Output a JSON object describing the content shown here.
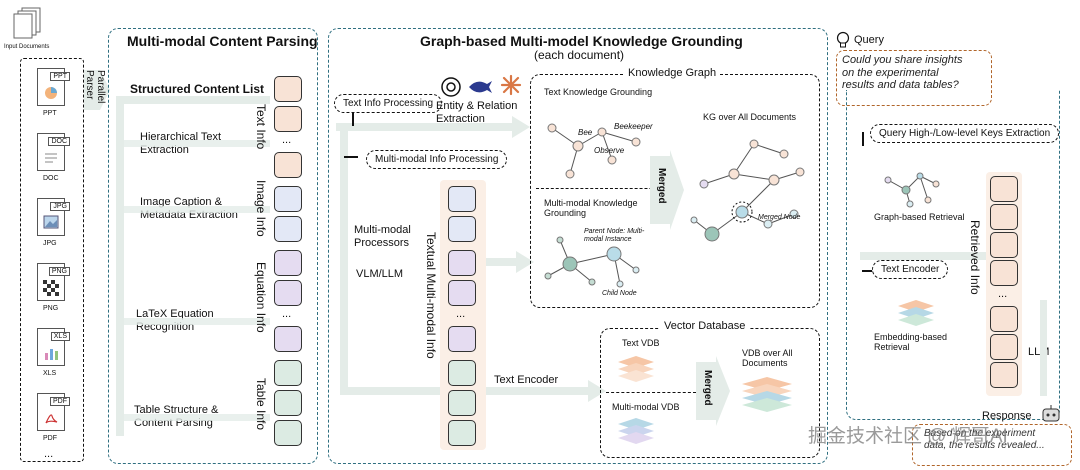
{
  "input": {
    "label": "Input Documents",
    "parser": "Parallel\nParser",
    "doc_types": [
      {
        "tag": "PPT",
        "label": "PPT"
      },
      {
        "tag": "DOC",
        "label": "DOC"
      },
      {
        "tag": "JPG",
        "label": "JPG"
      },
      {
        "tag": "PNG",
        "label": "PNG"
      },
      {
        "tag": "XLS",
        "label": "XLS"
      },
      {
        "tag": "PDF",
        "label": "PDF"
      }
    ],
    "ellipsis": "..."
  },
  "parsing": {
    "title": "Multi-modal Content Parsing",
    "list_label": "Structured Content List",
    "steps": [
      "Hierarchical Text\nExtraction",
      "Image Caption &\nMetadata Extraction",
      "LaTeX Equation\nRecognition",
      "Table Structure &\nContent Parsing"
    ],
    "infos": [
      "Text Info",
      "Image Info",
      "Equation Info",
      "Table Info"
    ],
    "ellipsis": "..."
  },
  "grounding": {
    "title": "Graph-based Multi-model Knowledge Grounding",
    "subtitle": "(each document)",
    "text_info_processing": "Text Info Processing",
    "entity_extraction": "Entity & Relation\nExtraction",
    "mm_info_processing": "Multi-modal Info Processing",
    "mm_processors": "Multi-modal\nProcessors",
    "vlm": "VLM/LLM",
    "textual_mm_info": "Textual Multi-modal Info",
    "text_encoder": "Text Encoder",
    "kg": {
      "title": "Knowledge Graph",
      "text_kg": "Text Knowledge Grounding",
      "bee": "Bee",
      "beekeeper": "Beekeeper",
      "observe": "Observe",
      "merged": "Merged",
      "kg_all": "KG over All Documents",
      "mm_kg": "Multi-modal Knowledge\nGrounding",
      "parent_node": "Parent Node: Multi-\nmodal Instance",
      "child_node": "Child Node",
      "merged_node": "Merged Node"
    },
    "vdb": {
      "title": "Vector Database",
      "text_vdb": "Text VDB",
      "mm_vdb": "Multi-modal VDB",
      "merged": "Merged",
      "vdb_all": "VDB over All\nDocuments"
    }
  },
  "query": {
    "label": "Query",
    "text": "Could you share insights\non the experimental\nresults and data tables?",
    "keys_extraction": "Query High-/Low-level Keys Extraction",
    "graph_retrieval": "Graph-based Retrieval",
    "text_encoder": "Text Encoder",
    "embedding_retrieval": "Embedding-based\nRetrieval",
    "retrieved_info": "Retrieved Info",
    "llm": "LLM",
    "response_label": "Response",
    "response_text": "Based on the experiment\ndata, the results revealed..."
  },
  "watermark": "掘金技术社区 @ 辉哥AI",
  "colors": {
    "panel_border": "#2f6f80",
    "text_info": "#f8e3d6",
    "image_info": "#e3e8f6",
    "equation_info": "#e5dcf1",
    "table_info": "#dcebe3",
    "textual_info": "#f8e3d6",
    "retrieved_info": "#f8e3d6",
    "query_border": "#b0652a"
  }
}
